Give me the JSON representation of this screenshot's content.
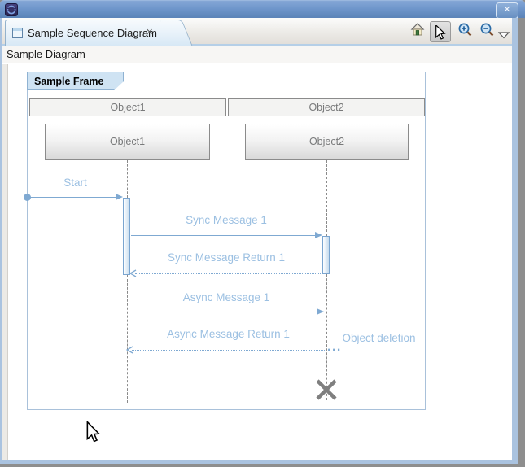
{
  "titlebar": {
    "close_glyph": "✕"
  },
  "tabbar": {
    "tab_title": "Sample Sequence Diagram",
    "tab_close_glyph": "✕"
  },
  "breadcrumb": {
    "title": "Sample Diagram"
  },
  "diagram": {
    "frame_label": "Sample Frame",
    "headers": [
      "Object1",
      "Object2"
    ],
    "lifelines": [
      "Object1",
      "Object2"
    ],
    "messages": {
      "start": "Start",
      "sync1": "Sync Message 1",
      "sync1_return": "Sync Message Return 1",
      "async1": "Async Message 1",
      "async1_return": "Async Message Return 1",
      "deletion": "Object deletion",
      "deletion_dots": "..."
    }
  },
  "colors": {
    "message_line": "#7fa9d2",
    "message_label": "#9cc0e2",
    "frame_border": "#a9c1da",
    "titlebar_top": "#85a7d6",
    "titlebar_bottom": "#5c84b8",
    "deletion_x": "#7f7f7f"
  }
}
